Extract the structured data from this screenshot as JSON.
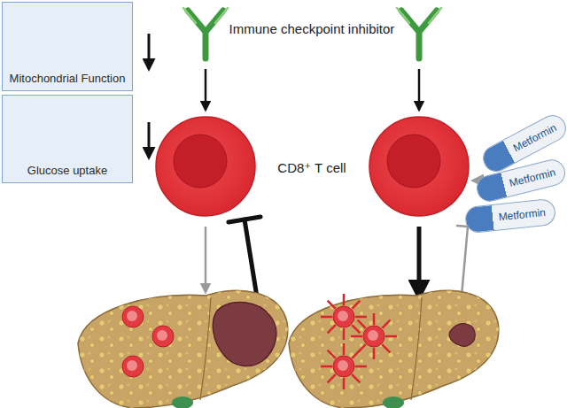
{
  "diagram": {
    "nodes": [
      {
        "text": [
          "Mitochondrial Function"
        ]
      },
      {
        "text": [
          "Glucose uptake"
        ]
      },
      {
        "text": [
          "Metformin"
        ]
      },
      {
        "text": [
          "Metformin"
        ]
      },
      {
        "text": [
          "Metformin"
        ]
      }
    ],
    "labels": [
      "Immune checkpoint inhibitor",
      "CD8⁺ T cell"
    ]
  }
}
